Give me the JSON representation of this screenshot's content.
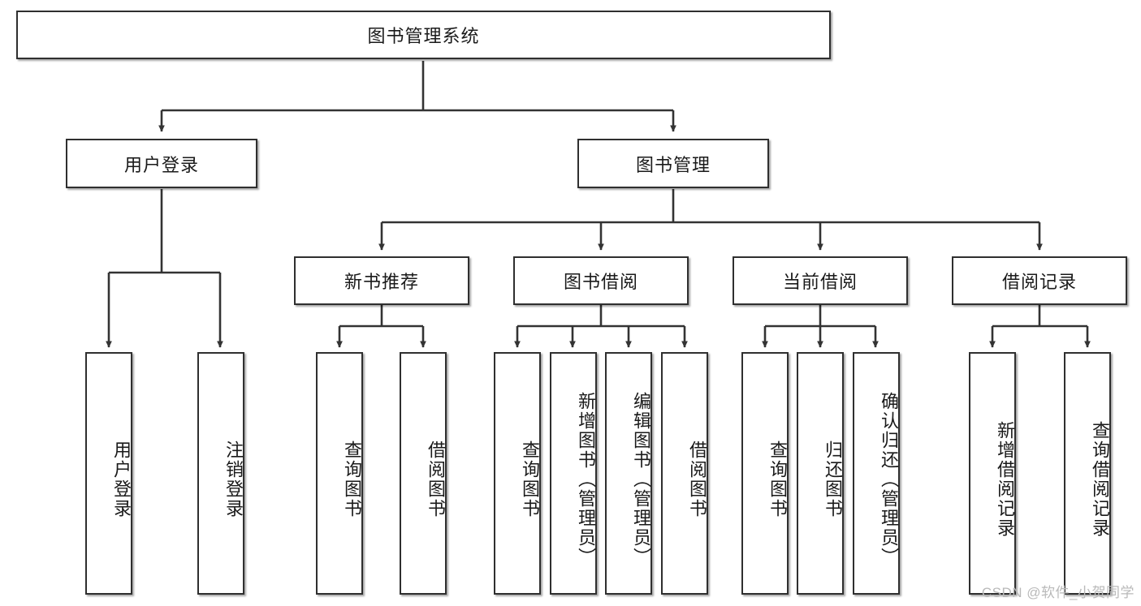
{
  "diagram": {
    "type": "hierarchy-tree",
    "title_label": "图书管理系统",
    "watermark": "CSDN @软件_小贺同学",
    "colors": {
      "box_border": "#2f2f2f",
      "box_fill": "#ffffff",
      "connector": "#333333",
      "text": "#1a1a1a",
      "watermark": "#b9b9b9"
    },
    "levels": {
      "level1": [
        {
          "id": "root",
          "label": "图书管理系统"
        }
      ],
      "level2": [
        {
          "id": "user-login",
          "label": "用户登录"
        },
        {
          "id": "book-mgmt",
          "label": "图书管理"
        }
      ],
      "level3": [
        {
          "id": "new-book-rec",
          "label": "新书推荐"
        },
        {
          "id": "book-borrow",
          "label": "图书借阅"
        },
        {
          "id": "current-borrow",
          "label": "当前借阅"
        },
        {
          "id": "borrow-record",
          "label": "借阅记录"
        }
      ],
      "level4": [
        {
          "id": "leaf-user-login",
          "label": "用户登录",
          "parent": "user-login"
        },
        {
          "id": "leaf-logout",
          "label": "注销登录",
          "parent": "user-login"
        },
        {
          "id": "leaf-query-book-1",
          "label": "查询图书",
          "parent": "new-book-rec"
        },
        {
          "id": "leaf-borrow-book-1",
          "label": "借阅图书",
          "parent": "new-book-rec"
        },
        {
          "id": "leaf-query-book-2",
          "label": "查询图书",
          "parent": "book-borrow"
        },
        {
          "id": "leaf-add-book",
          "label": "新增图书（管理员）",
          "parent": "book-borrow"
        },
        {
          "id": "leaf-edit-book",
          "label": "编辑图书（管理员）",
          "parent": "book-borrow"
        },
        {
          "id": "leaf-borrow-book-2",
          "label": "借阅图书",
          "parent": "book-borrow"
        },
        {
          "id": "leaf-query-book-3",
          "label": "查询图书",
          "parent": "current-borrow"
        },
        {
          "id": "leaf-return-book",
          "label": "归还图书",
          "parent": "current-borrow"
        },
        {
          "id": "leaf-confirm-return",
          "label": "确认归还（管理员）",
          "parent": "current-borrow"
        },
        {
          "id": "leaf-add-record",
          "label": "新增借阅记录",
          "parent": "borrow-record"
        },
        {
          "id": "leaf-query-record",
          "label": "查询借阅记录",
          "parent": "borrow-record"
        }
      ]
    }
  }
}
